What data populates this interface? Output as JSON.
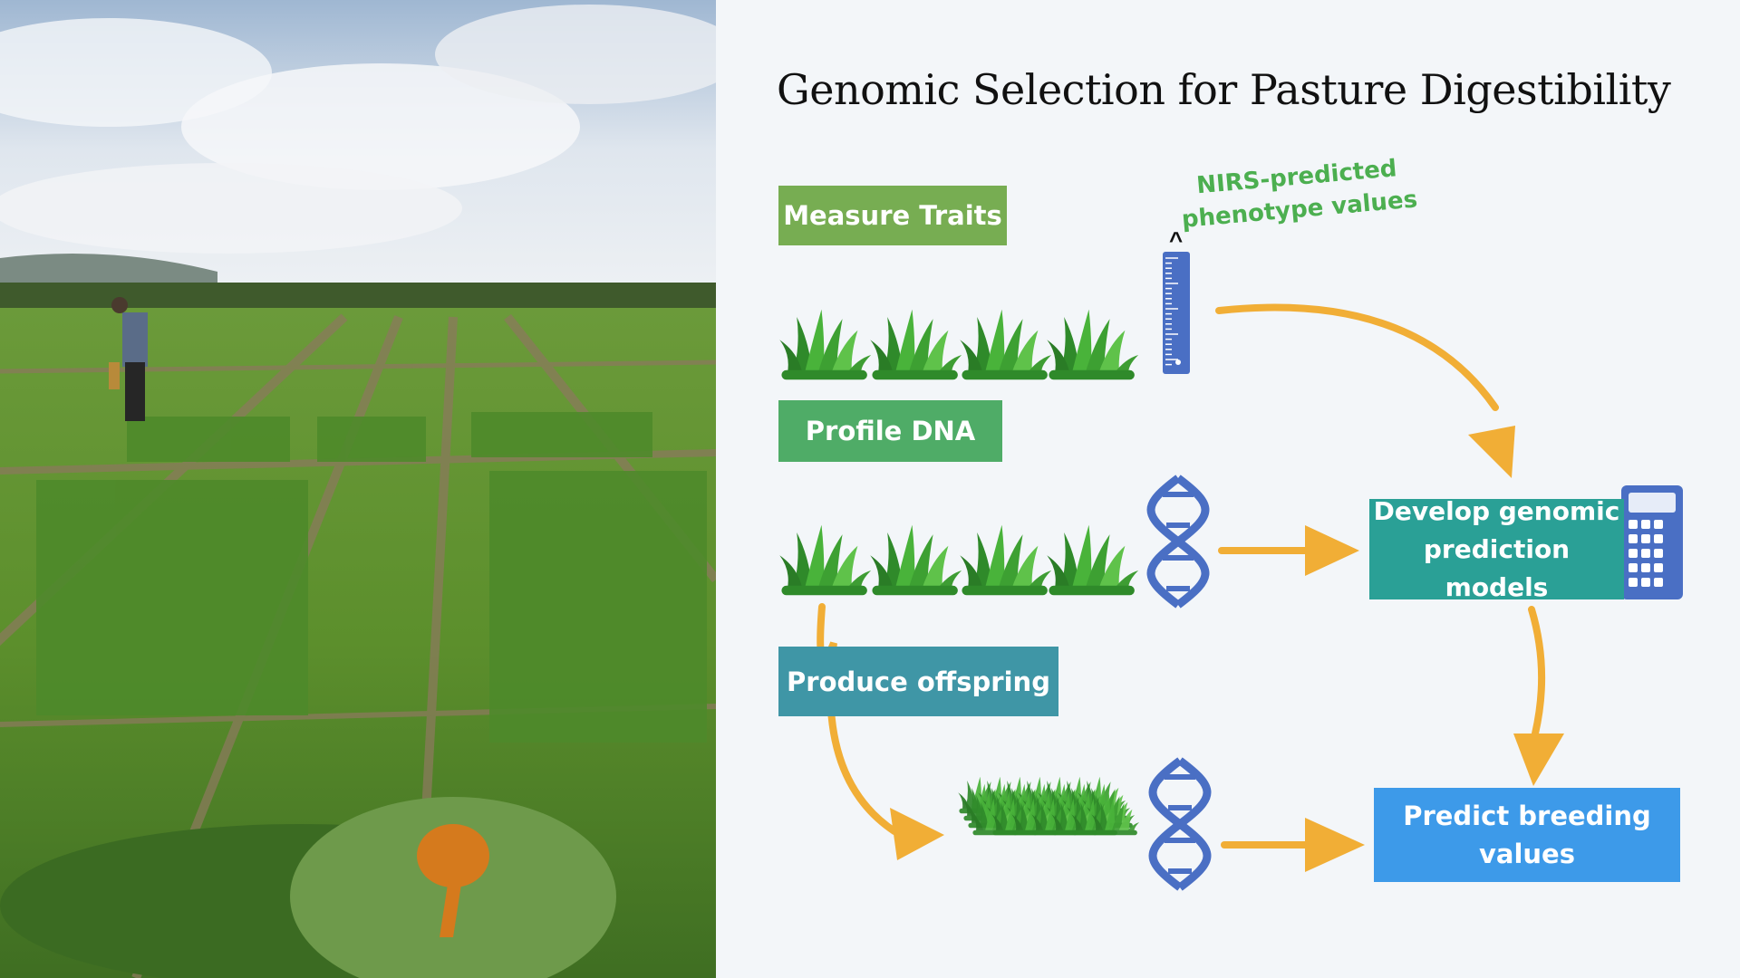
{
  "title": "Genomic Selection for Pasture Digestibility",
  "steps": {
    "measure_traits": "Measure Traits",
    "profile_dna": "Profile DNA",
    "produce_offspring": "Produce offspring",
    "develop_models": "Develop genomic prediction models",
    "predict_values": "Predict breeding values"
  },
  "annotation": {
    "nirs": "NIRS-predicted phenotype values",
    "caret": "^"
  },
  "colors": {
    "measure": "#77ad52",
    "dna_box": "#4fac67",
    "offspring": "#3f96a6",
    "develop": "#2aa096",
    "predict": "#3d9ae9",
    "arrow": "#f1ae36",
    "dna_icon": "#4a6fc4",
    "ruler": "#4a6fc4",
    "nirs_text": "#4caf50"
  },
  "icons": [
    "grass-icon",
    "ruler-icon",
    "dna-icon",
    "calculator-icon",
    "field-photo"
  ]
}
